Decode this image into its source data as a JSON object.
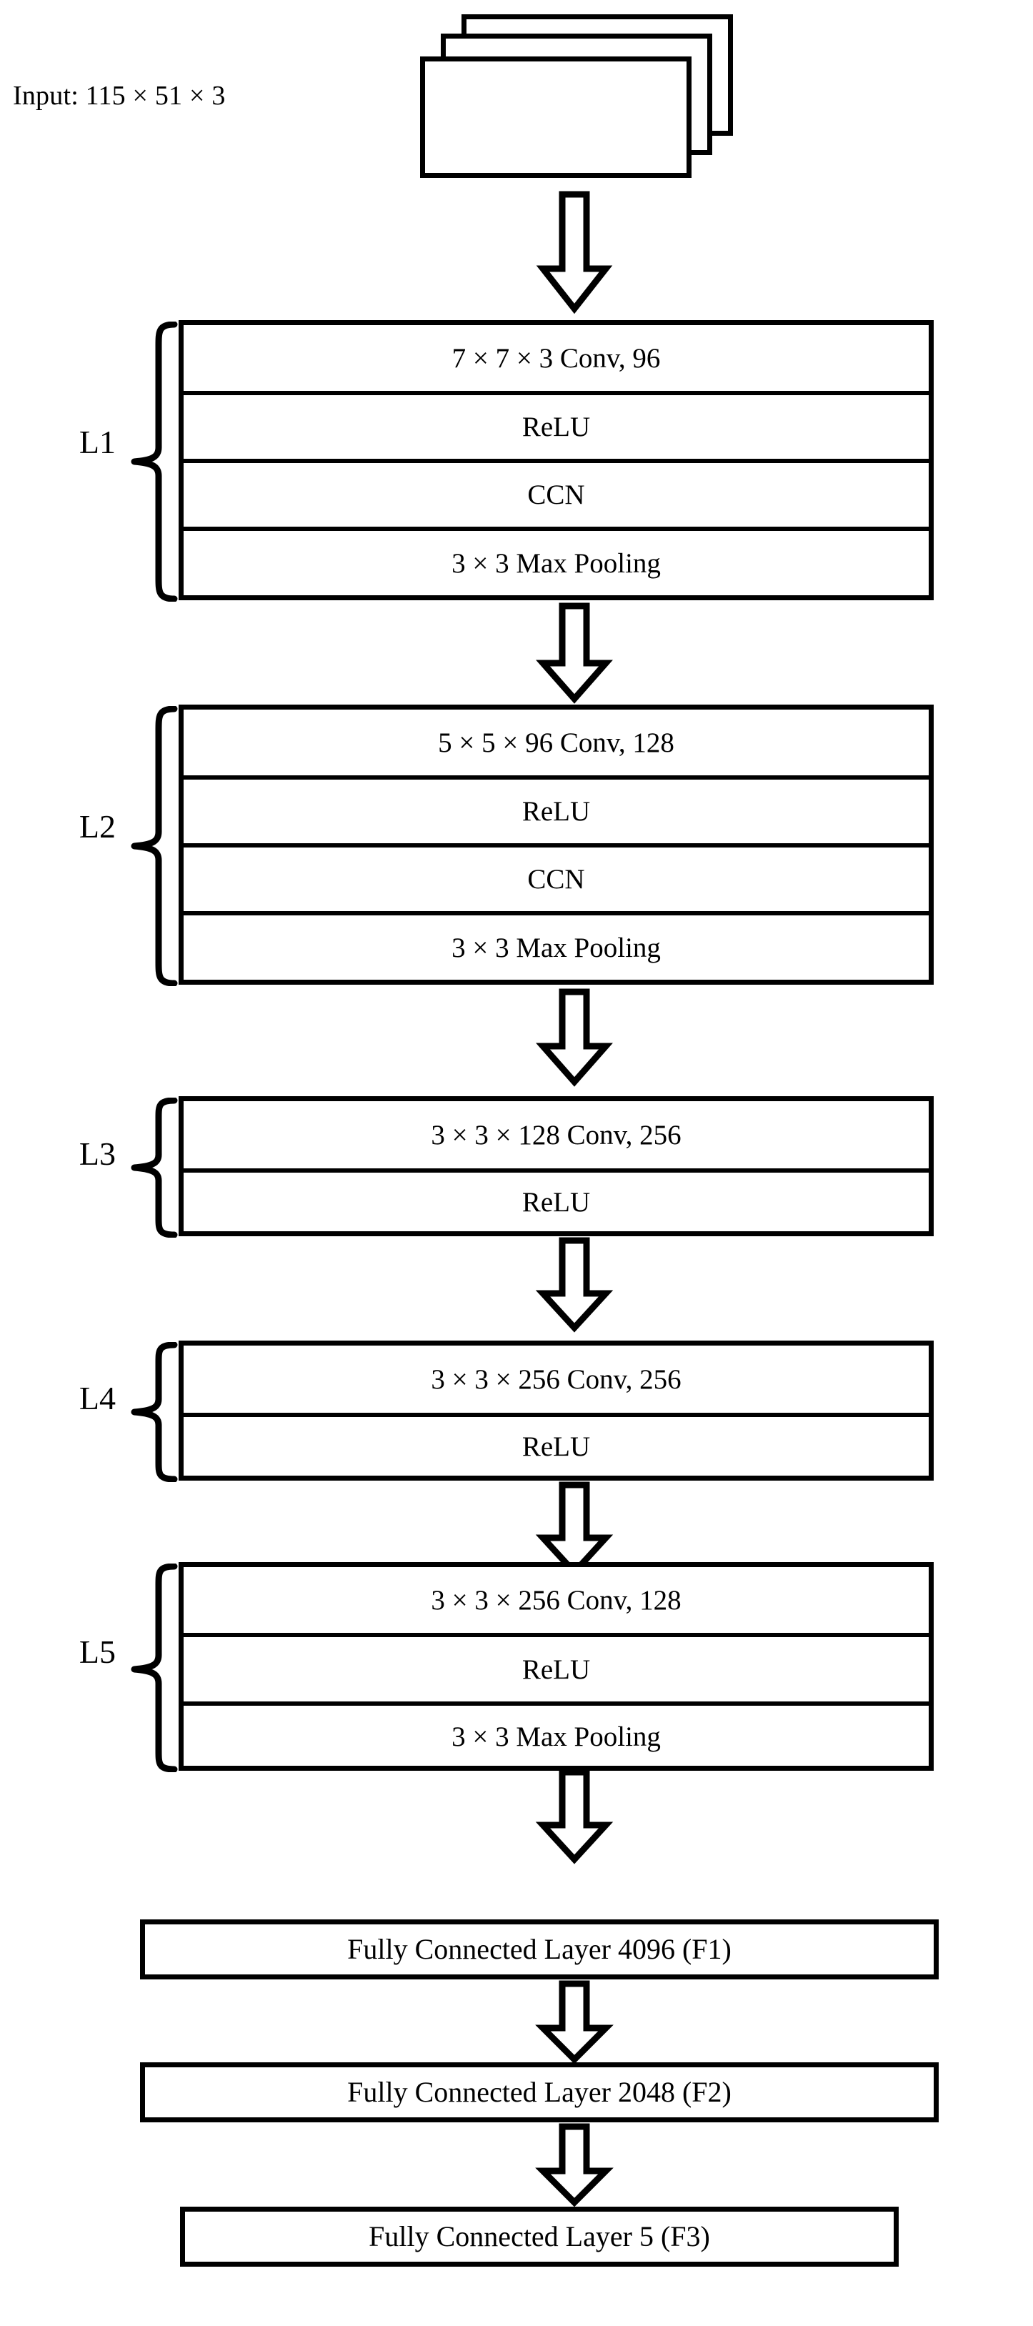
{
  "diagram": {
    "title": "CNN architecture block diagram",
    "colors": {
      "stroke": "#000000",
      "fill": "#ffffff",
      "text": "#000000"
    },
    "input": {
      "label": "Input: 115 × 51 × 3",
      "stack_count": 3
    },
    "layers": [
      {
        "id": "L1",
        "label": "L1",
        "rows": [
          "7 × 7 × 3 Conv, 96",
          "ReLU",
          "CCN",
          "3 × 3 Max Pooling"
        ]
      },
      {
        "id": "L2",
        "label": "L2",
        "rows": [
          "5 × 5 × 96 Conv, 128",
          "ReLU",
          "CCN",
          "3 × 3 Max Pooling"
        ]
      },
      {
        "id": "L3",
        "label": "L3",
        "rows": [
          "3 × 3 × 128 Conv, 256",
          "ReLU"
        ]
      },
      {
        "id": "L4",
        "label": "L4",
        "rows": [
          "3 × 3 × 256 Conv, 256",
          "ReLU"
        ]
      },
      {
        "id": "L5",
        "label": "L5",
        "rows": [
          "3 × 3 × 256 Conv, 128",
          "ReLU",
          "3 × 3 Max Pooling"
        ]
      }
    ],
    "fully_connected": [
      {
        "id": "F1",
        "label": "Fully Connected Layer 4096 (F1)"
      },
      {
        "id": "F2",
        "label": "Fully Connected Layer 2048 (F2)"
      },
      {
        "id": "F3",
        "label": "Fully Connected Layer 5 (F3)"
      }
    ],
    "arrows": [
      {
        "name": "arrow-input-to-l1",
        "direction": "down"
      },
      {
        "name": "arrow-l1-to-l2",
        "direction": "down"
      },
      {
        "name": "arrow-l2-to-l3",
        "direction": "down"
      },
      {
        "name": "arrow-l3-to-l4",
        "direction": "down"
      },
      {
        "name": "arrow-l4-to-l5",
        "direction": "down"
      },
      {
        "name": "arrow-l5-to-f1",
        "direction": "down"
      },
      {
        "name": "arrow-f1-to-f2",
        "direction": "down"
      },
      {
        "name": "arrow-f2-to-f3",
        "direction": "down"
      }
    ]
  }
}
